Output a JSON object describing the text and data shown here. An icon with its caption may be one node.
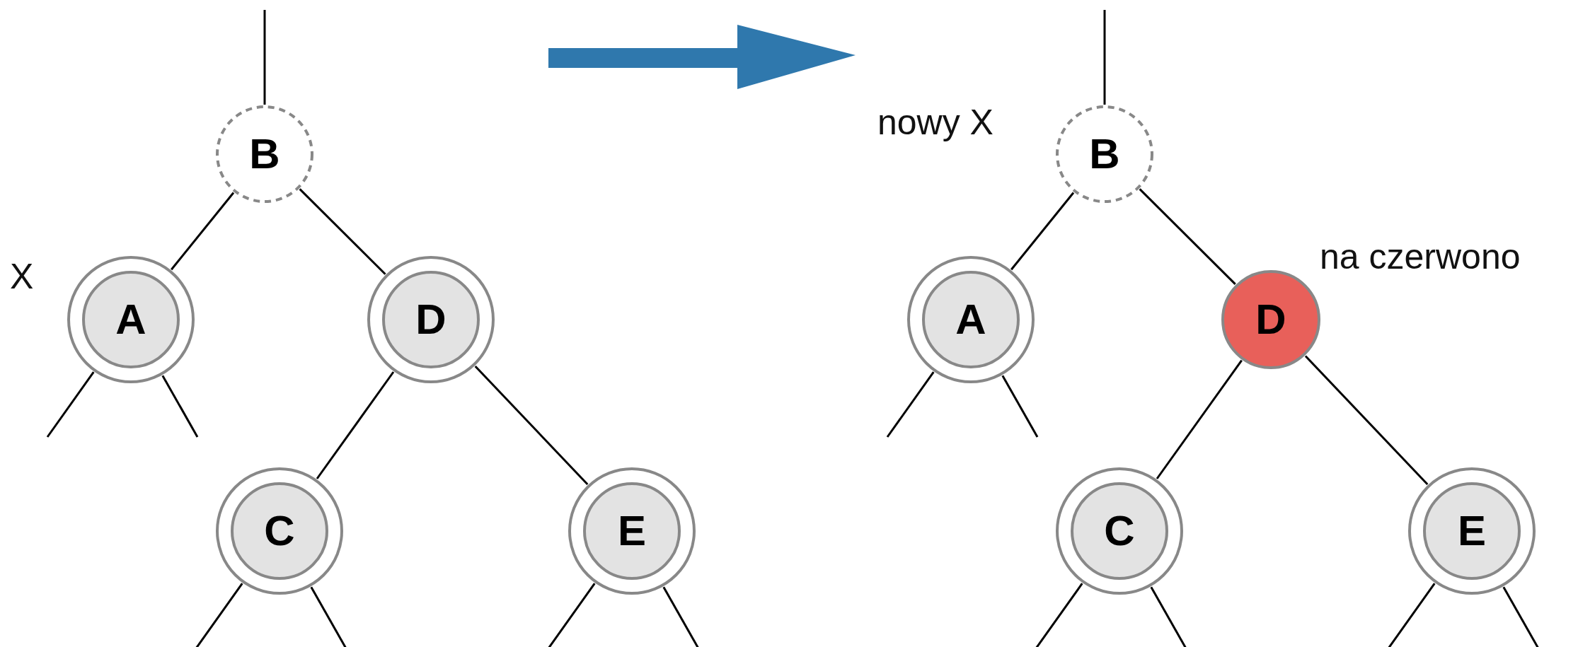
{
  "diagram": {
    "nodes": [
      {
        "text": [
          "B"
        ]
      },
      {
        "text": [
          "A"
        ],
        "beside": [
          "X"
        ]
      },
      {
        "text": [
          "D"
        ]
      },
      {
        "text": [
          "C"
        ]
      },
      {
        "text": [
          "E"
        ]
      },
      {
        "text": [
          "B"
        ],
        "beside": [
          "nowy X"
        ]
      },
      {
        "text": [
          "A"
        ]
      },
      {
        "text": [
          "D"
        ],
        "beside": [
          "na czerwono"
        ]
      },
      {
        "text": [
          "C"
        ]
      },
      {
        "text": [
          "E"
        ]
      }
    ],
    "edges": [
      {
        "from": null,
        "to": 0,
        "arrow": "none"
      },
      {
        "from": 0,
        "to": 1,
        "arrow": "none"
      },
      {
        "from": 0,
        "to": 2,
        "arrow": "none"
      },
      {
        "from": 1,
        "to": null,
        "arrow": "none"
      },
      {
        "from": 1,
        "to": null,
        "arrow": "none"
      },
      {
        "from": 2,
        "to": 3,
        "arrow": "none"
      },
      {
        "from": 2,
        "to": 4,
        "arrow": "none"
      },
      {
        "from": 3,
        "to": null,
        "arrow": "none"
      },
      {
        "from": 3,
        "to": null,
        "arrow": "none"
      },
      {
        "from": 4,
        "to": null,
        "arrow": "none"
      },
      {
        "from": 4,
        "to": null,
        "arrow": "none"
      },
      {
        "from": null,
        "to": 5,
        "arrow": "none"
      },
      {
        "from": 5,
        "to": 6,
        "arrow": "none"
      },
      {
        "from": 5,
        "to": 7,
        "arrow": "none"
      },
      {
        "from": 6,
        "to": null,
        "arrow": "none"
      },
      {
        "from": 6,
        "to": null,
        "arrow": "none"
      },
      {
        "from": 7,
        "to": 8,
        "arrow": "none"
      },
      {
        "from": 7,
        "to": 9,
        "arrow": "none"
      },
      {
        "from": 8,
        "to": null,
        "arrow": "none"
      },
      {
        "from": 8,
        "to": null,
        "arrow": "none"
      },
      {
        "from": 9,
        "to": null,
        "arrow": "none"
      },
      {
        "from": 9,
        "to": null,
        "arrow": "none"
      }
    ]
  }
}
